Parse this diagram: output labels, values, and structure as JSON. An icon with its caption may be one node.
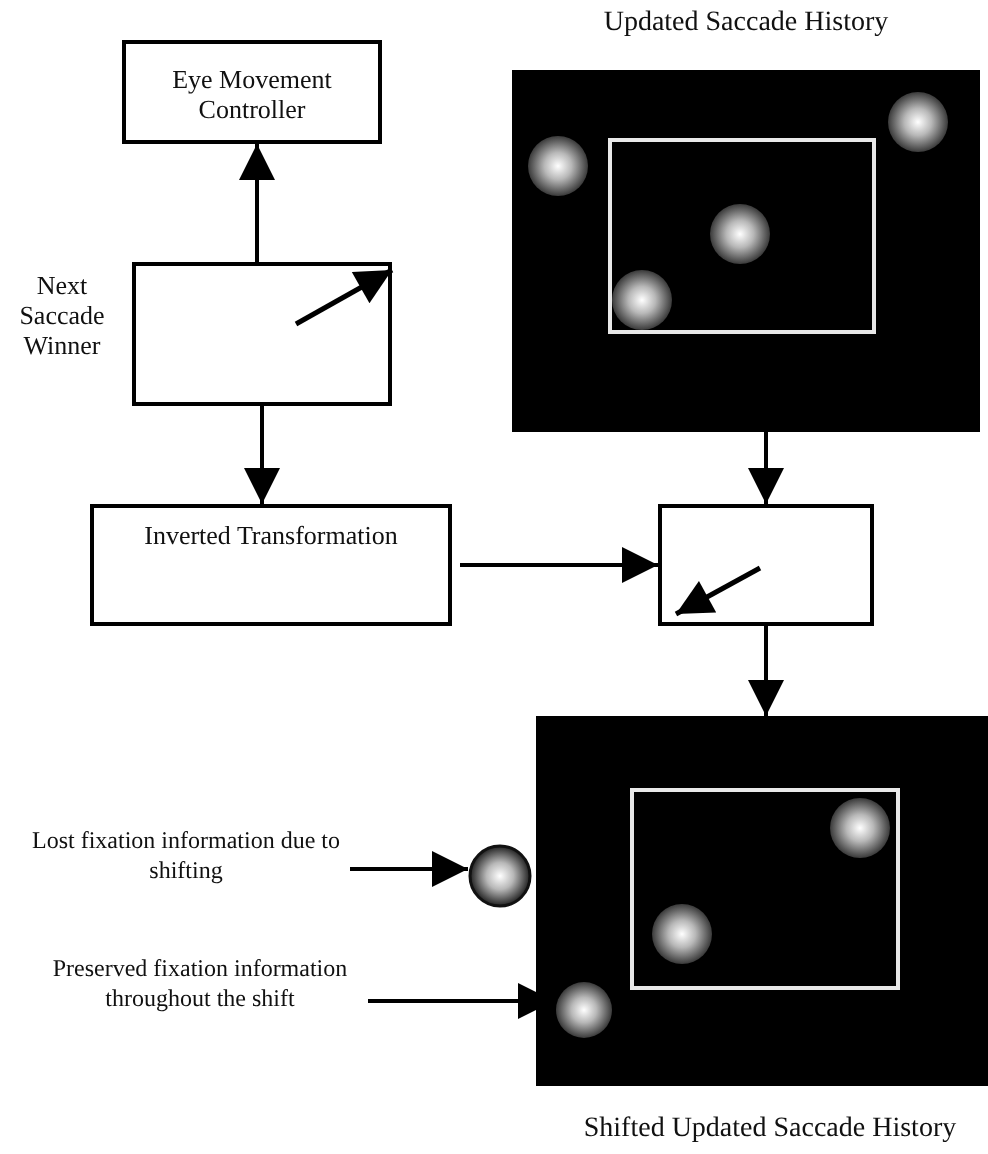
{
  "diagram": {
    "nodes": [
      {
        "text": [
          "Eye Movement Controller"
        ]
      },
      {
        "text": [
          "Next Saccade Winner"
        ]
      },
      {
        "text": [
          "Inverted Transformation"
        ]
      },
      {
        "text": [
          "Updated Saccade History"
        ]
      },
      {
        "text": [],
        "shape": "box"
      },
      {
        "text": [
          "Shifted Updated Saccade History"
        ]
      },
      {
        "text": [
          "Lost fixation information due to shifting"
        ]
      },
      {
        "text": [],
        "shape": "circle"
      },
      {
        "text": [
          "Preserved fixation information throughout the shift"
        ]
      },
      {
        "text": [],
        "shape": "circle",
        "in": 5
      }
    ],
    "edges": [
      {
        "from": 1,
        "to": 0,
        "arrow": "to"
      },
      {
        "from": 1,
        "to": 2,
        "arrow": "to"
      },
      {
        "from": 2,
        "to": 4,
        "arrow": "to"
      },
      {
        "from": 3,
        "to": 4,
        "arrow": "to"
      },
      {
        "from": 4,
        "to": 5,
        "arrow": "to"
      },
      {
        "from": 6,
        "to": 7,
        "arrow": "to"
      },
      {
        "from": 8,
        "to": 9,
        "arrow": "to"
      }
    ]
  }
}
